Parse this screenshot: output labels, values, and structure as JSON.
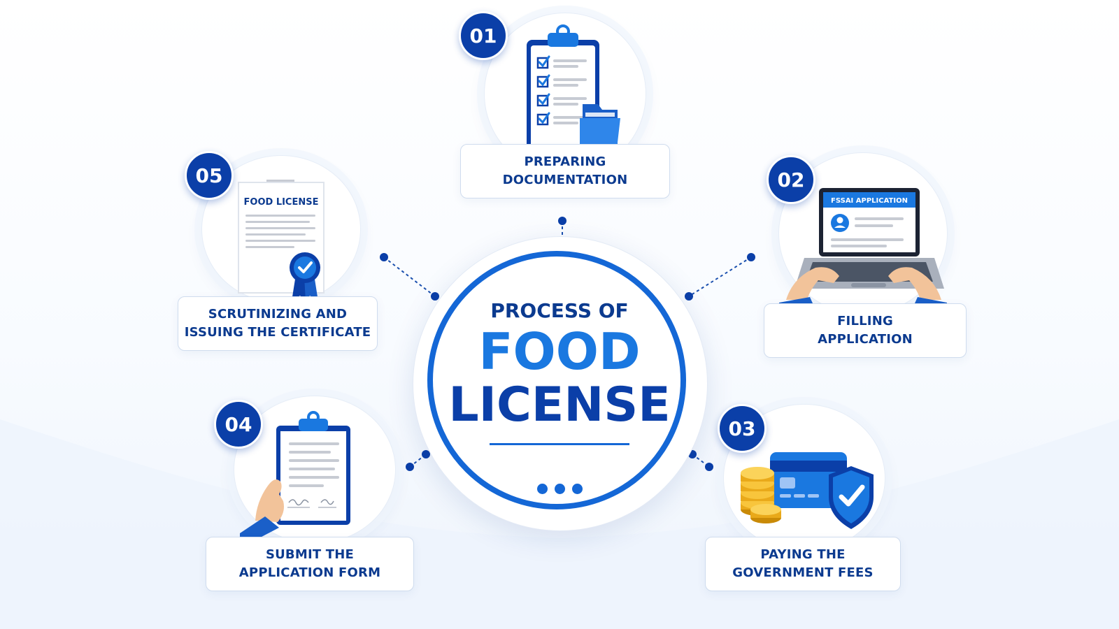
{
  "center": {
    "subtitle": "PROCESS OF",
    "word1": "FOOD",
    "word2": "LICENSE"
  },
  "steps": [
    {
      "number": "01",
      "label_line1": "PREPARING",
      "label_line2": "DOCUMENTATION",
      "icon": "clipboard-checklist-icon"
    },
    {
      "number": "02",
      "label_line1": "FILLING",
      "label_line2": "APPLICATION",
      "icon": "laptop-icon",
      "screen_text": "FSSAI APPLICATION"
    },
    {
      "number": "03",
      "label_line1": "PAYING THE",
      "label_line2": "GOVERNMENT FEES",
      "icon": "credit-card-coins-icon"
    },
    {
      "number": "04",
      "label_line1": "SUBMIT THE",
      "label_line2": "APPLICATION FORM",
      "icon": "clipboard-hand-icon"
    },
    {
      "number": "05",
      "label_line1": "SCRUTINIZING AND",
      "label_line2": "ISSUING THE CERTIFICATE",
      "icon": "certificate-icon",
      "doc_title": "FOOD LICENSE"
    }
  ],
  "colors": {
    "primary": "#1467d6",
    "navy": "#0b3fa8",
    "text": "#0b3a8f",
    "light": "#1a78e0"
  }
}
